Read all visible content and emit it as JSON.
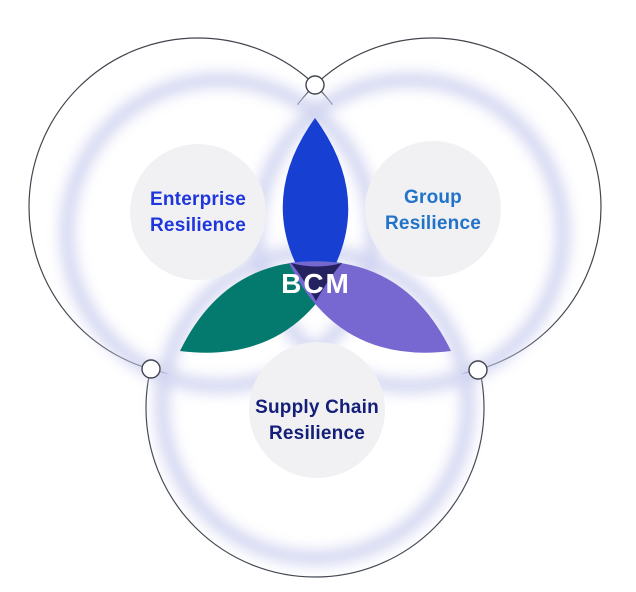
{
  "diagram": {
    "center_label": "BCM",
    "center_label_color": "#ffffff",
    "circles": [
      {
        "name": "Enterprise Resilience",
        "label_line1": "Enterprise",
        "label_line2": "Resilience",
        "label_color": "#1e36db"
      },
      {
        "name": "Group Resilience",
        "label_line1": "Group",
        "label_line2": "Resilience",
        "label_color": "#2173c9"
      },
      {
        "name": "Supply Chain Resilience",
        "label_line1": "Supply Chain",
        "label_line2": "Resilience",
        "label_color": "#141f78"
      }
    ],
    "overlap_colors": {
      "enterprise_group_blue": "#1740d2",
      "enterprise_supply_teal": "#047a6e",
      "group_supply_purple": "#7667d1",
      "triple_core_navy": "#242261"
    },
    "outline_color": "#41454e",
    "halo_color": "#c9cdee",
    "circle_fill": "#ffffff",
    "inner_circle_fill": "#f1f1f4",
    "node_fill": "#ffffff"
  }
}
